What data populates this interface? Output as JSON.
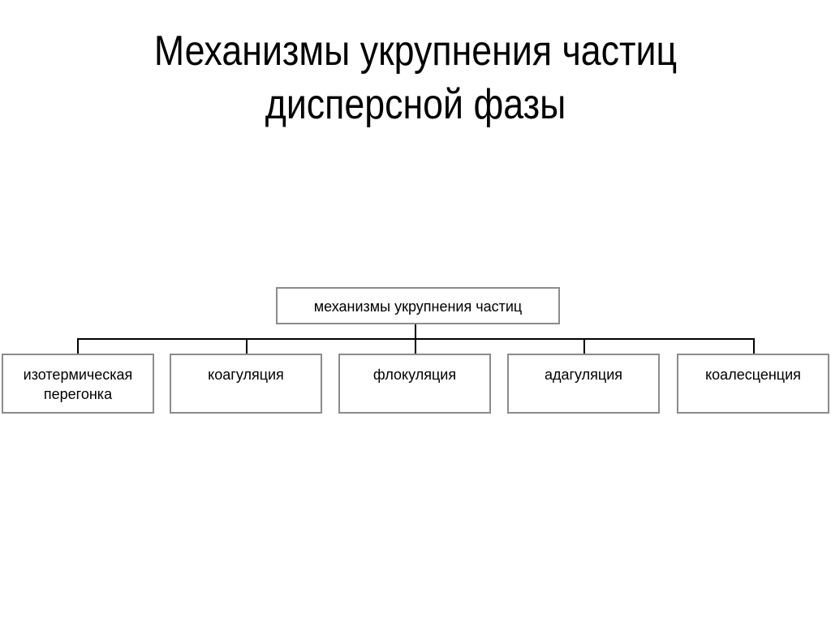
{
  "slide": {
    "title_line1": "Механизмы укрупнения частиц",
    "title_line2": "дисперсной фазы"
  },
  "diagram": {
    "root": {
      "label": "механизмы укрупнения частиц"
    },
    "children": [
      {
        "label_line1": "изотермическая",
        "label_line2": "перегонка"
      },
      {
        "label_line1": "коагуляция",
        "label_line2": ""
      },
      {
        "label_line1": "флокуляция",
        "label_line2": ""
      },
      {
        "label_line1": "адагуляция",
        "label_line2": ""
      },
      {
        "label_line1": "коалесценция",
        "label_line2": ""
      }
    ],
    "colors": {
      "box_border": "#8c8c8c",
      "connector": "#000000",
      "background": "#ffffff"
    }
  }
}
